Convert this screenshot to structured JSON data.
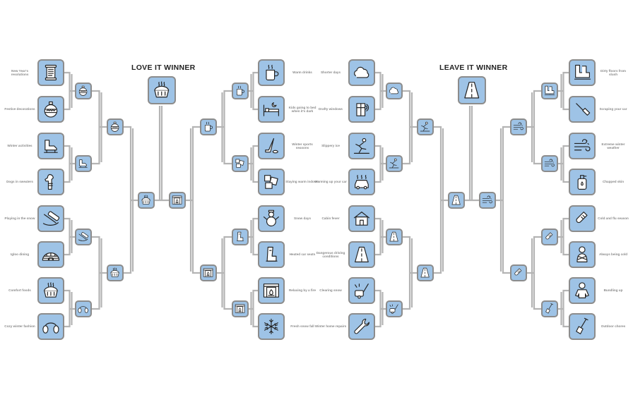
{
  "love": {
    "title": "LOVE IT WINNER",
    "items": [
      {
        "label": "New Year's resolutions",
        "icon": "scroll-icon"
      },
      {
        "label": "Festive decorations",
        "icon": "ornament-icon"
      },
      {
        "label": "Winter activities",
        "icon": "skates-icon"
      },
      {
        "label": "Dogs in sweaters",
        "icon": "dog-icon"
      },
      {
        "label": "Playing in the snow",
        "icon": "sled-icon"
      },
      {
        "label": "Igloo dining",
        "icon": "igloo-icon"
      },
      {
        "label": "Comfort foods",
        "icon": "pie-icon"
      },
      {
        "label": "Cozy winter fashion",
        "icon": "earmuffs-icon"
      },
      {
        "label": "Warm drinks",
        "icon": "mug-icon"
      },
      {
        "label": "Kids going to bed when it's dark",
        "icon": "bed-icon"
      },
      {
        "label": "Winter sports seasons",
        "icon": "hockey-icon"
      },
      {
        "label": "Staying warm indoors",
        "icon": "puzzle-icon"
      },
      {
        "label": "Snow days",
        "icon": "snowman-icon"
      },
      {
        "label": "Heated car seats",
        "icon": "car-seat-icon"
      },
      {
        "label": "Relaxing by a fire",
        "icon": "fireplace-icon"
      },
      {
        "label": "Fresh snow fall",
        "icon": "snowflake-icon"
      }
    ]
  },
  "leave": {
    "title": "LEAVE IT WINNER",
    "items": [
      {
        "label": "Shorter days",
        "icon": "cloud-icon"
      },
      {
        "label": "Drafty windows",
        "icon": "window-icon"
      },
      {
        "label": "Slippery ice",
        "icon": "slip-icon"
      },
      {
        "label": "Warming up your car",
        "icon": "car-icon"
      },
      {
        "label": "Cabin fever",
        "icon": "cabin-icon"
      },
      {
        "label": "Dangerous driving conditions",
        "icon": "road-icon"
      },
      {
        "label": "Clearing snow",
        "icon": "snowblower-icon"
      },
      {
        "label": "Winter home repairs",
        "icon": "wrench-icon"
      },
      {
        "label": "Dirty floors from slush",
        "icon": "boots-icon"
      },
      {
        "label": "Scraping your car",
        "icon": "scraper-icon"
      },
      {
        "label": "Extreme winter weather",
        "icon": "wind-icon"
      },
      {
        "label": "Chapped skin",
        "icon": "lotion-icon"
      },
      {
        "label": "Cold and flu season",
        "icon": "thermometer-icon"
      },
      {
        "label": "Always being cold",
        "icon": "cold-person-icon"
      },
      {
        "label": "Bundling up",
        "icon": "snowsuit-icon"
      },
      {
        "label": "Outdoor chores",
        "icon": "shovel-icon"
      }
    ]
  },
  "colors": {
    "box": "#9ec3e6",
    "border": "#8c8c8c",
    "wire": "#b4b4b4"
  }
}
